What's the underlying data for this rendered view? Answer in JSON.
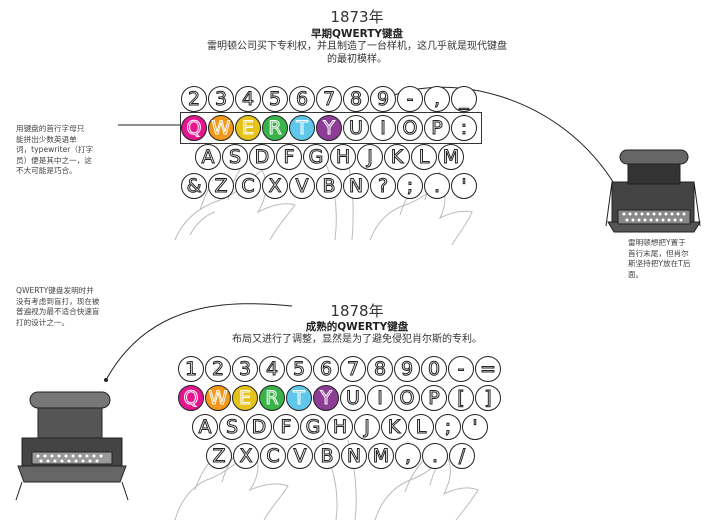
{
  "top": {
    "year": "1873年",
    "title": "早期QWERTY键盘",
    "desc_line1": "雷明顿公司买下专利权，并且制造了一台样机，这几乎就是现代键盘",
    "desc_line2": "的最初模样。",
    "left_note": [
      "用键盘的首行字母只",
      "能拼出少数英语单",
      "词，typewriter（打字",
      "员）便是其中之一，这",
      "不大可能是巧合。"
    ],
    "right_note": [
      "雷明顿想把Y置于",
      "首行末尾，但肖尔",
      "斯坚持把Y放在T后",
      "面。"
    ],
    "rows": [
      [
        "2",
        "3",
        "4",
        "5",
        "6",
        "7",
        "8",
        "9",
        "-",
        ",",
        "_"
      ],
      [
        "Q",
        "W",
        "E",
        "R",
        "T",
        "Y",
        "U",
        "I",
        "O",
        "P",
        ":"
      ],
      [
        "A",
        "S",
        "D",
        "F",
        "G",
        "H",
        "J",
        "K",
        "L",
        "M"
      ],
      [
        "&",
        "Z",
        "C",
        "X",
        "V",
        "B",
        "N",
        "?",
        ";",
        ".",
        "'"
      ]
    ]
  },
  "bottom": {
    "year": "1878年",
    "title": "成熟的QWERTY键盘",
    "desc": "布局又进行了调整，显然是为了避免侵犯肖尔斯的专利。",
    "left_note": [
      "QWERTY键盘发明时并",
      "没有考虑到盲打，现在被",
      "普遍视为最不适合快速盲",
      "打的设计之一。"
    ],
    "rows": [
      [
        "1",
        "2",
        "3",
        "4",
        "5",
        "6",
        "7",
        "8",
        "9",
        "0",
        "-",
        "="
      ],
      [
        "Q",
        "W",
        "E",
        "R",
        "T",
        "Y",
        "U",
        "I",
        "O",
        "P",
        "[",
        "]"
      ],
      [
        "A",
        "S",
        "D",
        "F",
        "G",
        "H",
        "J",
        "K",
        "L",
        ";",
        "'"
      ],
      [
        "Z",
        "X",
        "C",
        "V",
        "B",
        "N",
        "M",
        ",",
        ".",
        "/"
      ]
    ]
  },
  "colors": {
    "Q": "#e5158f",
    "W": "#f39819",
    "E": "#e6c21c",
    "R": "#3ab34a",
    "T": "#5ec7ea",
    "Y": "#8e3d97"
  },
  "icons": [
    "typewriter-1873-image",
    "typewriter-1878-image",
    "hands-drawing"
  ]
}
